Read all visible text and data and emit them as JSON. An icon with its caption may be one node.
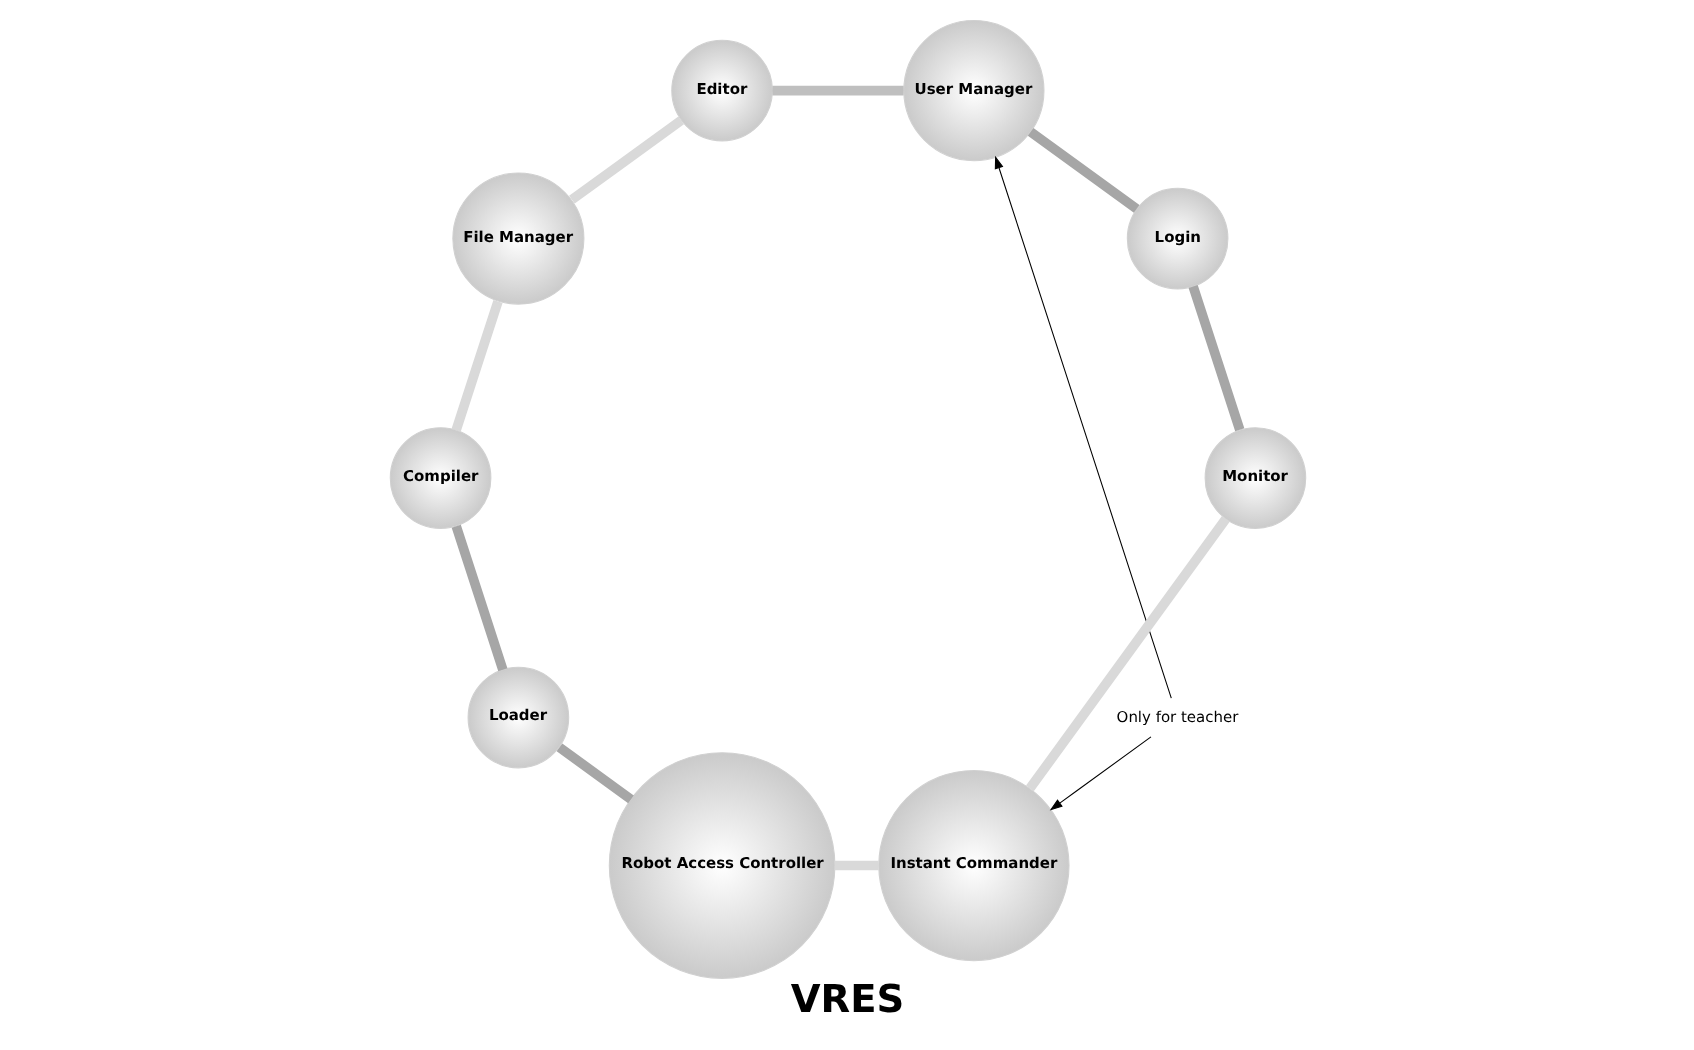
{
  "diagram": {
    "title": "VRES",
    "nodes": [
      {
        "text": [
          "Only for teacher"
        ]
      },
      {
        "text": [
          "Login"
        ]
      },
      {
        "text": [
          "Monitor"
        ]
      },
      {
        "text": [
          "Instant Commander"
        ]
      },
      {
        "text": [
          "Robot Access Controller"
        ]
      },
      {
        "text": [
          "Loader"
        ]
      },
      {
        "text": [
          "Compiler"
        ]
      },
      {
        "text": [
          "File Manager"
        ]
      },
      {
        "text": [
          "Editor"
        ]
      },
      {
        "text": [
          "User Manager"
        ]
      }
    ],
    "edges": [
      {
        "from": 1,
        "to": 2,
        "arrow": "none",
        "color": "#a6a6a6"
      },
      {
        "from": 2,
        "to": 3,
        "arrow": "none",
        "color": "#d9d9d9"
      },
      {
        "from": 3,
        "to": 4,
        "arrow": "none",
        "color": "#d9d9d9"
      },
      {
        "from": 4,
        "to": 5,
        "arrow": "none",
        "color": "#a6a6a6"
      },
      {
        "from": 5,
        "to": 6,
        "arrow": "none",
        "color": "#a6a6a6"
      },
      {
        "from": 6,
        "to": 7,
        "arrow": "none",
        "color": "#d9d9d9"
      },
      {
        "from": 7,
        "to": 8,
        "arrow": "none",
        "color": "#d9d9d9"
      },
      {
        "from": 8,
        "to": 9,
        "arrow": "none",
        "color": "#bfbfbf"
      },
      {
        "from": 9,
        "to": 1,
        "arrow": "none",
        "color": "#a6a6a6"
      },
      {
        "from": 0,
        "to": 3,
        "arrow": "to",
        "color": "#000000"
      },
      {
        "from": 0,
        "to": 9,
        "arrow": "to",
        "color": "#000000"
      }
    ]
  }
}
